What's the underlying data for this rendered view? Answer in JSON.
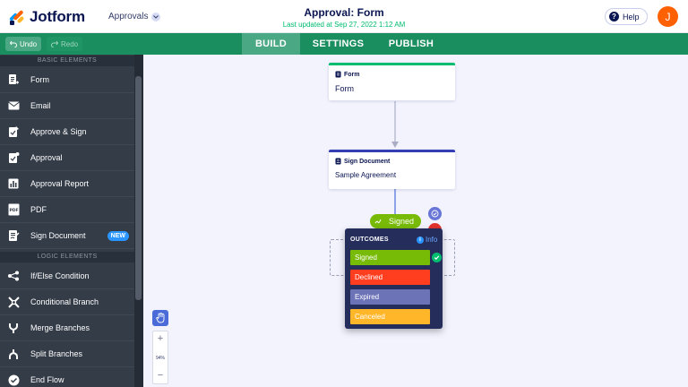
{
  "header": {
    "brand": "Jotform",
    "product_dropdown": "Approvals",
    "title": "Approval: Form",
    "subtitle": "Last updated at Sep 27, 2022 1:12 AM",
    "help_label": "Help",
    "avatar_initial": "J",
    "colors": {
      "accent": "#1b8e60",
      "avatar": "#ff6100"
    }
  },
  "toolbar": {
    "undo_label": "Undo",
    "redo_label": "Redo",
    "tabs": [
      {
        "label": "BUILD",
        "active": true
      },
      {
        "label": "SETTINGS",
        "active": false
      },
      {
        "label": "PUBLISH",
        "active": false
      }
    ]
  },
  "sidebar": {
    "basic_section": "BASIC ELEMENTS",
    "logic_section": "LOGIC ELEMENTS",
    "basic_items": [
      {
        "label": "Form",
        "icon": "form-icon"
      },
      {
        "label": "Email",
        "icon": "email-icon"
      },
      {
        "label": "Approve & Sign",
        "icon": "approve-sign-icon"
      },
      {
        "label": "Approval",
        "icon": "approval-icon"
      },
      {
        "label": "Approval Report",
        "icon": "report-icon"
      },
      {
        "label": "PDF",
        "icon": "pdf-icon"
      },
      {
        "label": "Sign Document",
        "icon": "sign-document-icon",
        "badge": "NEW"
      }
    ],
    "logic_items": [
      {
        "label": "If/Else Condition",
        "icon": "condition-icon"
      },
      {
        "label": "Conditional Branch",
        "icon": "branch-icon"
      },
      {
        "label": "Merge Branches",
        "icon": "merge-icon"
      },
      {
        "label": "Split Branches",
        "icon": "split-icon"
      },
      {
        "label": "End Flow",
        "icon": "end-flow-icon"
      }
    ]
  },
  "canvas": {
    "form_node": {
      "type": "Form",
      "name": "Form"
    },
    "sign_node": {
      "type": "Sign Document",
      "name": "Sample Agreement"
    },
    "connector_label": "Signed",
    "outcomes": {
      "title": "OUTCOMES",
      "info_label": "Info",
      "items": [
        {
          "label": "Signed",
          "color": "#78bb07",
          "selected": true
        },
        {
          "label": "Declined",
          "color": "#ff3d1f",
          "selected": false
        },
        {
          "label": "Expired",
          "color": "#6c73b7",
          "selected": false
        },
        {
          "label": "Canceled",
          "color": "#ffb629",
          "selected": false
        }
      ]
    },
    "zoom_level": "94%",
    "zoom_in": "+",
    "zoom_out": "−"
  }
}
